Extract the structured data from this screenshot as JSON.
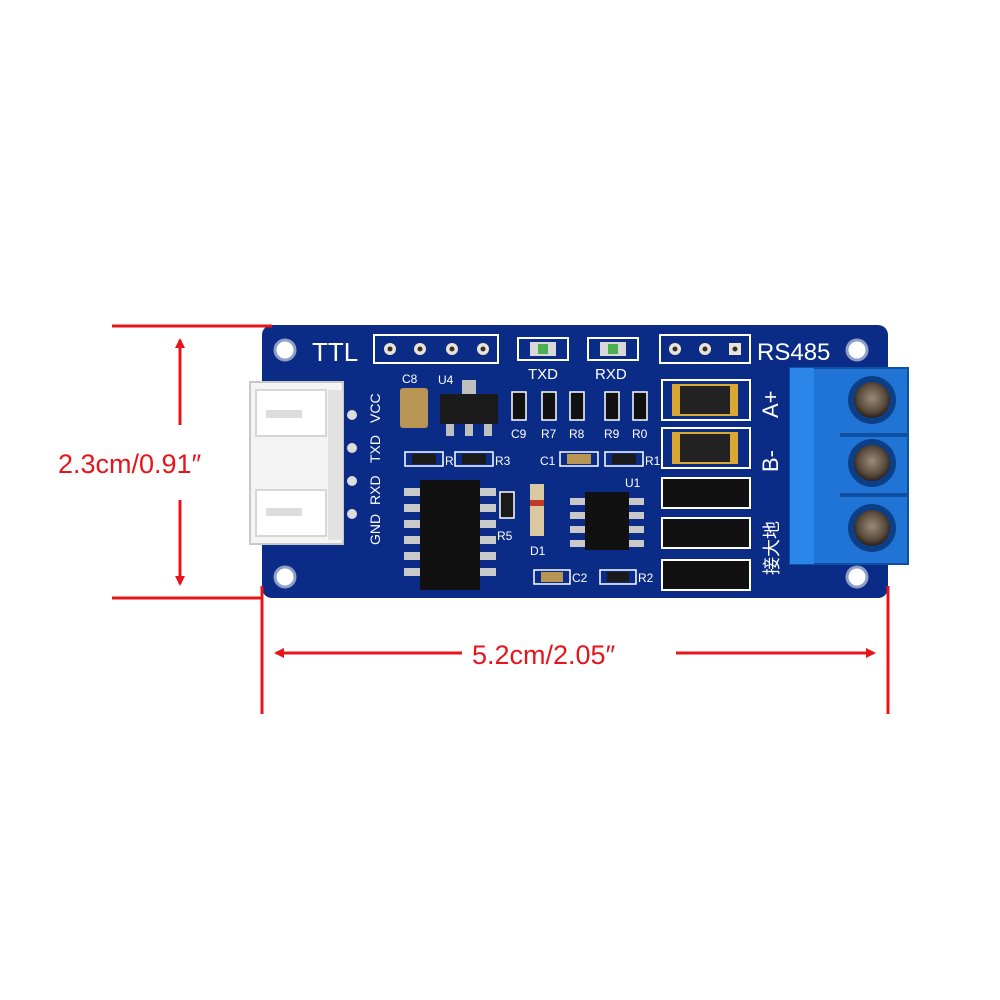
{
  "dimensions": {
    "height_label": "2.3cm/0.91″",
    "width_label": "5.2cm/2.05″"
  },
  "board": {
    "ttl_label": "TTL",
    "rs485_label": "RS485",
    "txd_led_label": "TXD",
    "rxd_led_label": "RXD",
    "connector_pins": [
      "GND",
      "RXD",
      "TXD",
      "VCC"
    ],
    "terminal_labels": {
      "a_plus": "A+",
      "b_minus": "B-",
      "ground": "接大地"
    },
    "components": {
      "c8": "C8",
      "u4": "U4",
      "c9": "C9",
      "r7": "R7",
      "r8": "R8",
      "r9": "R9",
      "r0": "R0",
      "r3": "R3",
      "r": "R",
      "c1": "C1",
      "r1": "R1",
      "u1": "U1",
      "r5": "R5",
      "d1": "D1",
      "c2": "C2",
      "r2": "R2"
    }
  },
  "colors": {
    "annotation_red": "#e8141c",
    "pcb_blue": "#0b2c86",
    "terminal_blue": "#1f74d6",
    "connector_white": "#f4f4f4"
  }
}
